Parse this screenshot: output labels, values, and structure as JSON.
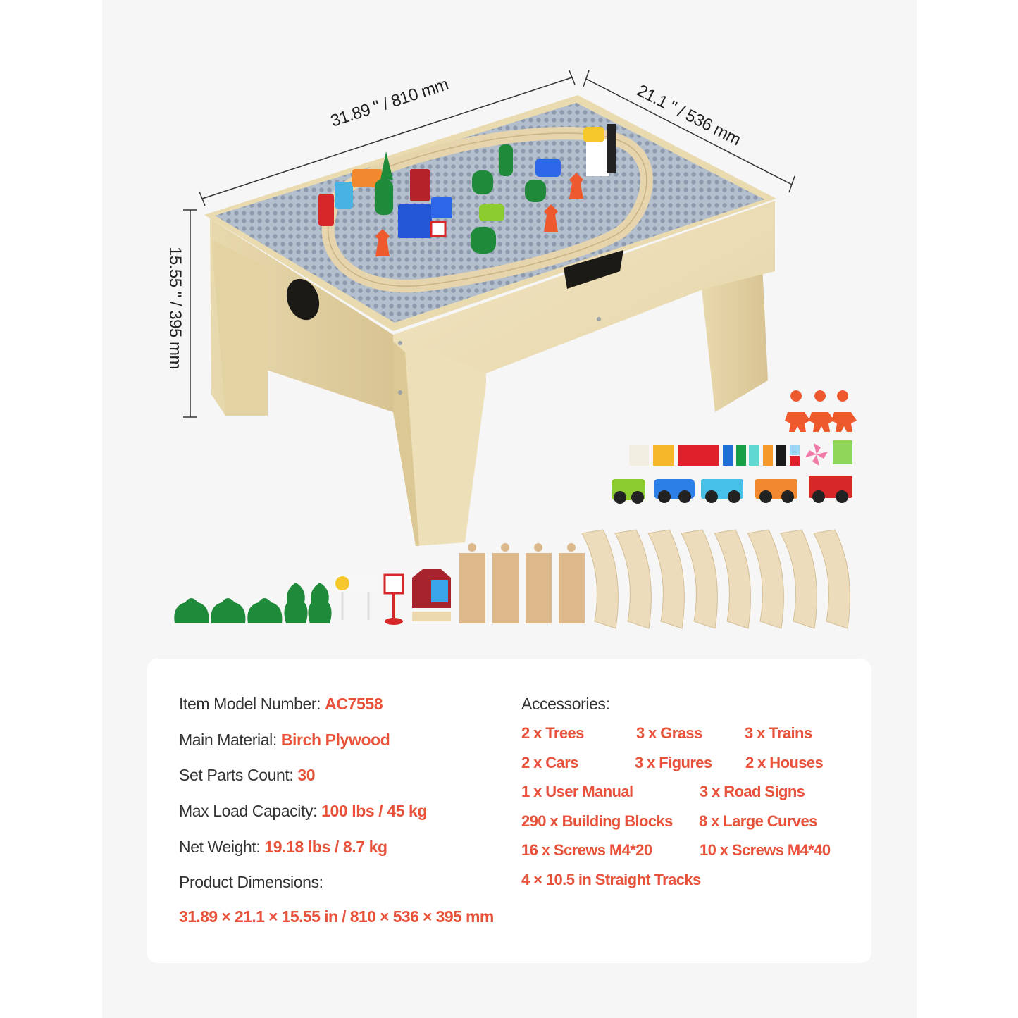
{
  "image": {
    "type": "product-spec-infographic",
    "subject": "Wooden kids activity table with train set and building blocks"
  },
  "dimensions": {
    "length_label": "31.89 \" / 810 mm",
    "width_label": "21.1 \" / 536 mm",
    "height_label": "15.55 \" / 395 mm"
  },
  "parts_display": {
    "figures_count": 3,
    "blocks_colors": [
      "#f3eee2",
      "#f7b72a",
      "#e0202a",
      "#1f6fd6",
      "#18a046",
      "#5ed8d0",
      "#f59a2a",
      "#1a1a1a",
      "#7cc6f0",
      "#e0202a"
    ],
    "vehicles": [
      "green-car",
      "police-car",
      "blue-train-car",
      "orange-train-car",
      "red-locomotive"
    ],
    "bushes_count": 3,
    "trees_count": 2,
    "road_signs": [
      "railroad-crossing-sign",
      "pedestrian-crossing-sign",
      "no-horses-sign"
    ],
    "straight_tracks_count": 4,
    "curved_tracks_count": 8
  },
  "colors": {
    "accent": "#e8523a",
    "label_text": "#333333",
    "canvas_bg": "#f6f6f6",
    "card_bg": "#ffffff",
    "wood": "#eadcb4",
    "baseplate": "#aab6c6",
    "tree_green": "#1e8a3a",
    "figure_orange": "#ee5a2e"
  },
  "specs": {
    "model": {
      "label": "Item Model Number:",
      "value": "AC7558"
    },
    "material": {
      "label": "Main Material:",
      "value": "Birch Plywood"
    },
    "parts_count": {
      "label": "Set Parts Count:",
      "value": "30"
    },
    "max_load": {
      "label": "Max Load Capacity:",
      "value": "100 lbs / 45 kg"
    },
    "net_weight": {
      "label": "Net Weight:",
      "value": "19.18 lbs / 8.7 kg"
    },
    "product_dimensions": {
      "label": "Product Dimensions:",
      "value": "31.89 × 21.1 × 15.55 in / 810 × 536 × 395 mm"
    }
  },
  "accessories": {
    "title": "Accessories:",
    "items": [
      "2 x Trees",
      "3 x Grass",
      "3 x Trains",
      "2 x Cars",
      "3 x Figures",
      "2 x Houses",
      "1 x User Manual",
      "3 x Road Signs",
      "290 x Building Blocks",
      "8 x Large Curves",
      "16 x Screws M4*20",
      "10 x Screws M4*40",
      "4 × 10.5 in Straight Tracks"
    ]
  }
}
